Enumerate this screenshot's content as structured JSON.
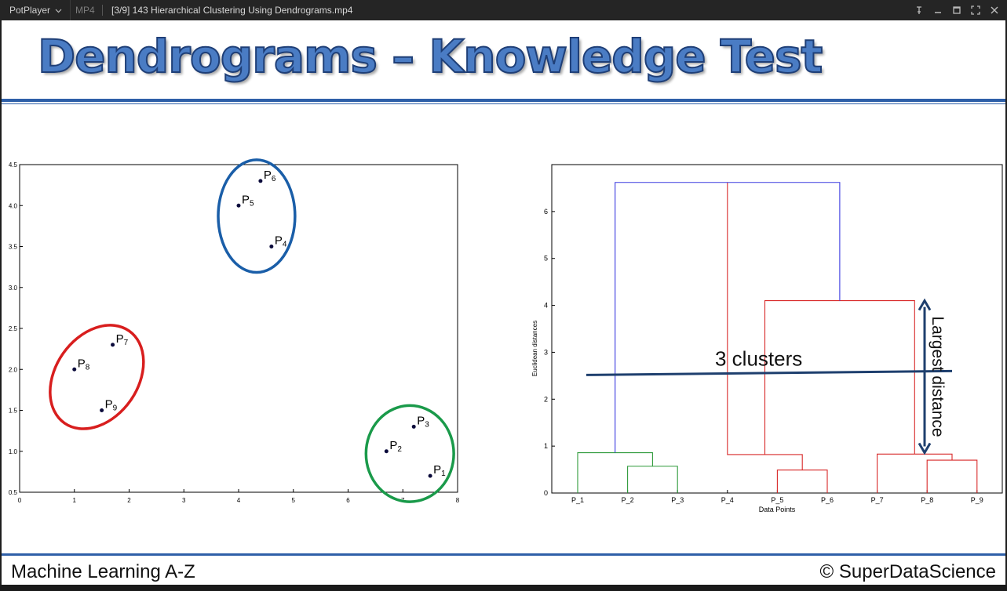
{
  "window": {
    "app_name": "PotPlayer",
    "format": "MP4",
    "file_title": "[3/9] 143 Hierarchical Clustering Using Dendrograms.mp4"
  },
  "slide": {
    "title": "Dendrograms – Knowledge Test",
    "footer_left": "Machine Learning A-Z",
    "footer_right": "© SuperDataScience",
    "colors": {
      "title_fill": "#4a7cc4",
      "title_outline": "#1f3f77",
      "rule": "#2e5fa8"
    }
  },
  "chart_data": [
    {
      "type": "scatter",
      "xlim": [
        0,
        8
      ],
      "ylim": [
        0.5,
        4.5
      ],
      "x_ticks": [
        "0",
        "1",
        "2",
        "3",
        "4",
        "5",
        "6",
        "7",
        "8"
      ],
      "y_ticks": [
        "0.5",
        "1.0",
        "1.5",
        "2.0",
        "2.5",
        "3.0",
        "3.5",
        "4.0",
        "4.5"
      ],
      "points": [
        {
          "label": "P",
          "sub": "1",
          "x": 7.5,
          "y": 0.7
        },
        {
          "label": "P",
          "sub": "2",
          "x": 6.7,
          "y": 1.0
        },
        {
          "label": "P",
          "sub": "3",
          "x": 7.2,
          "y": 1.3
        },
        {
          "label": "P",
          "sub": "4",
          "x": 4.6,
          "y": 3.5
        },
        {
          "label": "P",
          "sub": "5",
          "x": 4.0,
          "y": 4.0
        },
        {
          "label": "P",
          "sub": "6",
          "x": 4.4,
          "y": 4.3
        },
        {
          "label": "P",
          "sub": "7",
          "x": 1.7,
          "y": 2.3
        },
        {
          "label": "P",
          "sub": "8",
          "x": 1.0,
          "y": 2.0
        },
        {
          "label": "P",
          "sub": "9",
          "x": 1.5,
          "y": 1.5
        }
      ],
      "clusters": [
        {
          "color": "#1a5ea8",
          "members": [
            "P4",
            "P5",
            "P6"
          ]
        },
        {
          "color": "#d81e1e",
          "members": [
            "P7",
            "P8",
            "P9"
          ]
        },
        {
          "color": "#1a9a4a",
          "members": [
            "P1",
            "P2",
            "P3"
          ]
        }
      ]
    },
    {
      "type": "dendrogram",
      "xlabel": "Data Points",
      "ylabel": "Euclidean distances",
      "ylim": [
        0,
        7
      ],
      "y_ticks": [
        "0",
        "1",
        "2",
        "3",
        "4",
        "5",
        "6"
      ],
      "leaves": [
        "P_1",
        "P_2",
        "P_3",
        "P_4",
        "P_5",
        "P_6",
        "P_7",
        "P_8",
        "P_9"
      ],
      "links": [
        {
          "left": 1,
          "right": 2,
          "height": 0.57,
          "color": "#2e9a3a"
        },
        {
          "left": 0,
          "right": 1.5,
          "height": 0.86,
          "color": "#2e9a3a"
        },
        {
          "left": 4,
          "right": 5,
          "height": 0.49,
          "color": "#d82828"
        },
        {
          "left": 3,
          "right": 4.5,
          "height": 0.82,
          "color": "#d82828"
        },
        {
          "left": 7,
          "right": 8,
          "height": 0.7,
          "color": "#d82828"
        },
        {
          "left": 6,
          "right": 7.5,
          "height": 0.83,
          "color": "#d82828"
        },
        {
          "left": 3.75,
          "right": 6.75,
          "height": 4.1,
          "color": "#d82828"
        },
        {
          "left": 0.75,
          "right": 5.25,
          "height": 6.62,
          "color": "#3a3ae0"
        }
      ],
      "cut_height": 2.55,
      "annotations": {
        "cut_label": "3 clusters",
        "arrow_label": "Largest distance",
        "arrow_from": 0.86,
        "arrow_to": 4.1,
        "line_color": "#1e3f6e"
      }
    }
  ]
}
